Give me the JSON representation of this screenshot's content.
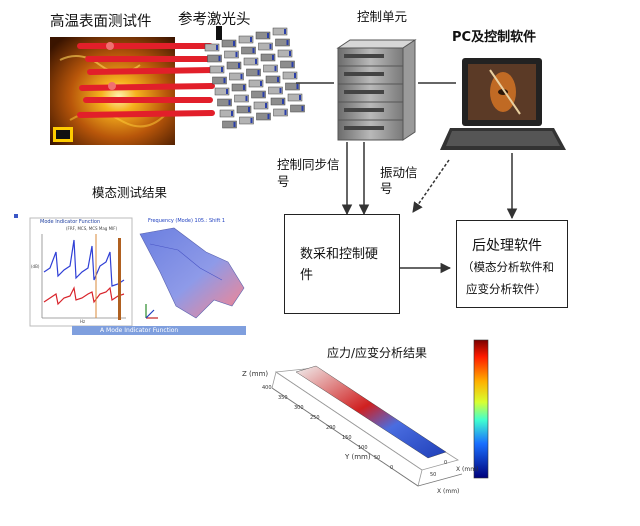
{
  "labels": {
    "test_piece": "高温表面测试件",
    "laser_head": "参考激光头",
    "control_unit": "控制单元",
    "pc_software": "PC及控制软件",
    "sync_signal_l1": "控制同步信",
    "sync_signal_l2": "号",
    "vib_signal_l1": "振动信",
    "vib_signal_l2": "号",
    "modal_result": "模态测试结果",
    "daq_hw_l1": "数采和控制硬",
    "daq_hw_l2": "件",
    "post_title": "后处理软件",
    "post_sub_l1": "（模态分析软件和",
    "post_sub_l2": "应变分析软件）",
    "stress_result": "应力/应变分析结果"
  },
  "modal_plot": {
    "title": "Mode Indicator Function",
    "subtitle": "(FRF, MCS, MCS Mag MIF)",
    "ylabel": "(dB)",
    "xlabel": "Hz"
  },
  "mode_shape": {
    "title": "Frequency (Mode) 105.: Shift 1"
  },
  "modal_footer": "A Mode Indicator Function",
  "stress_plot": {
    "z_label": "Z (mm)",
    "y_label": "Y (mm)",
    "x_label": "X (mm)",
    "x_label_bottom": "X (mm)",
    "y_ticks": [
      "400",
      "350",
      "300",
      "250",
      "200",
      "150",
      "100",
      "50",
      "0"
    ],
    "x_ticks": [
      "50",
      "0"
    ]
  },
  "colors": {
    "arrow": "#333333",
    "laser_beam": "#e21f2a",
    "plot_blue": "#2f3fd6",
    "plot_red": "#d8232a",
    "footer_bar": "#7f9fde"
  }
}
